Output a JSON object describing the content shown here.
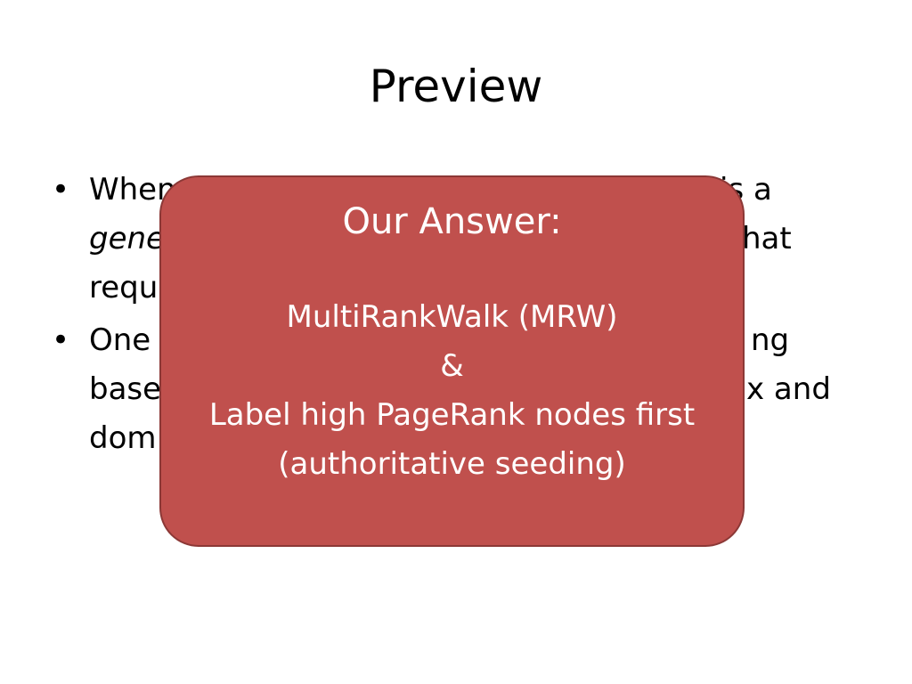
{
  "slide": {
    "title": "Preview",
    "bullets": [
      {
        "lines": [
          "When",
          "gene",
          "requ"
        ],
        "right_fragments": [
          "is a",
          "hat"
        ]
      },
      {
        "lines": [
          "One",
          "base",
          "dom"
        ],
        "right_fragments": [
          "ng",
          "x and"
        ]
      }
    ],
    "bullet_glyph": "•",
    "overlay": {
      "title": "Our Answer:",
      "line1": "MultiRankWalk (MRW)",
      "line2": "&",
      "line3": "Label high PageRank nodes first",
      "line4": "(authoritative seeding)"
    },
    "colors": {
      "overlay_fill": "#c0504d",
      "overlay_border": "#8c3836",
      "overlay_text": "#ffffff",
      "text": "#000000",
      "background": "#ffffff"
    }
  }
}
